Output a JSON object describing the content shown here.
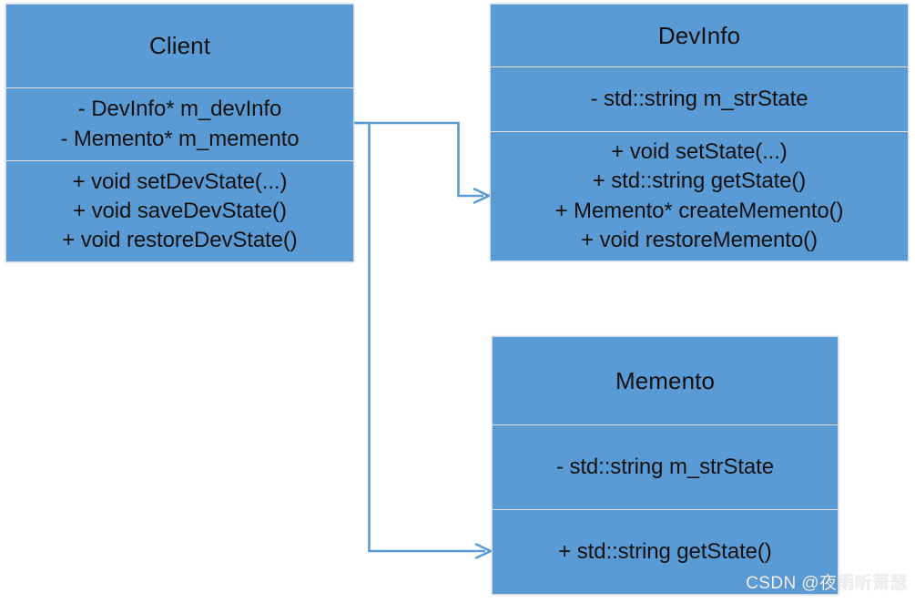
{
  "diagram": {
    "title": "Memento Pattern UML Class Diagram",
    "background_color": "#ffffff",
    "box_fill_color": "#5b9bd5",
    "box_border_color": "#cfd8e3",
    "divider_color": "#dfe3e6",
    "text_color": "#111111",
    "connector_color": "#5b9bd5"
  },
  "classes": {
    "client": {
      "name": "Client",
      "attributes": [
        "- DevInfo* m_devInfo",
        "- Memento* m_memento"
      ],
      "operations": [
        "+ void setDevState(...)",
        "+ void saveDevState()",
        "+ void restoreDevState()"
      ]
    },
    "devinfo": {
      "name": "DevInfo",
      "attributes": [
        "- std::string m_strState"
      ],
      "operations": [
        "+ void setState(...)",
        "+ std::string getState()",
        "+ Memento* createMemento()",
        "+ void restoreMemento()"
      ]
    },
    "memento": {
      "name": "Memento",
      "attributes": [
        "- std::string m_strState"
      ],
      "operations": [
        "+ std::string getState()"
      ]
    }
  },
  "connectors": [
    {
      "id": "client-to-devinfo",
      "from": "client",
      "to": "devinfo",
      "style": "open-arrow",
      "label": ""
    },
    {
      "id": "client-to-memento",
      "from": "client",
      "to": "memento",
      "style": "open-arrow",
      "label": ""
    }
  ],
  "watermark": {
    "text": "CSDN @夜雨听萧瑟"
  }
}
